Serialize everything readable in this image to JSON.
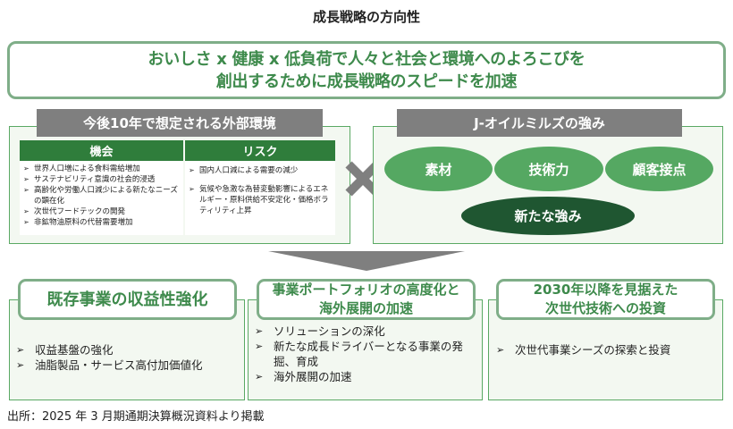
{
  "page_title": "成長戦略の方向性",
  "vision": {
    "line1": "おいしさ x 健康 x 低負荷で人々と社会と環境へのよろこびを",
    "line2": "創出するために成長戦略のスピードを加速"
  },
  "external_environment": {
    "title": "今後10年で想定される外部環境",
    "opportunities": {
      "title": "機会",
      "items": [
        "世界人口増による食料需給増加",
        "サステナビリティ意識の社会的浸透",
        "高齢化や労働人口減少による新たなニーズの顕在化",
        "次世代フードテックの開発",
        "非鉱物油原料の代替需要増加"
      ]
    },
    "risks": {
      "title": "リスク",
      "items": [
        "国内人口減による需要の減少",
        "気候や急激な為替変動影響によるエネルギー・原料供給不安定化・価格ボラティリティ上昇"
      ]
    }
  },
  "operator_symbol": "cross-icon",
  "strengths": {
    "title": "J-オイルミルズの強み",
    "items": [
      "素材",
      "技術力",
      "顧客接点"
    ],
    "new_strength": "新たな強み",
    "colors": {
      "light": "#55a862",
      "dark": "#1f5631"
    }
  },
  "bullet_glyph": "➢",
  "strategies": [
    {
      "title_lines": [
        "既存事業の収益性強化"
      ],
      "items": [
        "収益基盤の強化",
        "油脂製品・サービス高付加価値化"
      ]
    },
    {
      "title_lines": [
        "事業ポートフォリオの高度化と",
        "海外展開の加速"
      ],
      "items": [
        "ソリューションの深化",
        "新たな成長ドライバーとなる事業の発掘、育成",
        "海外展開の加速"
      ]
    },
    {
      "title_lines": [
        "2030年以降を見据えた",
        "次世代技術への投資"
      ],
      "items": [
        "次世代事業シーズの探索と投資"
      ]
    }
  ],
  "source": "出所：2025 年 3 月期通期決算概況資料より掲載",
  "colors": {
    "accent_green": "#3e8a4c",
    "header_green": "#2f7d3b",
    "border_green": "#5aa964",
    "gray": "#7f7f7f"
  }
}
